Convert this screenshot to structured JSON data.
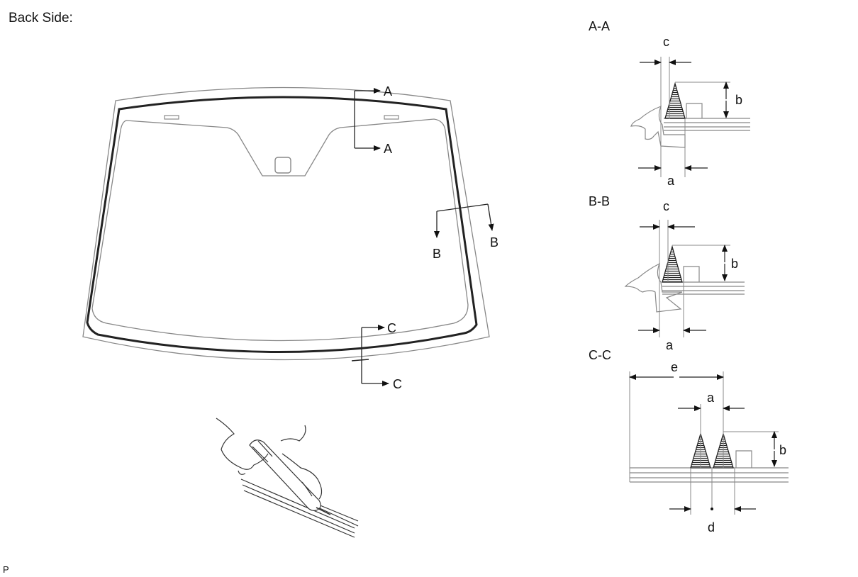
{
  "title": "Back Side:",
  "corner_mark": "P",
  "main_view": {
    "section_marks": {
      "a_top": "A",
      "a_bottom": "A",
      "b_left": "B",
      "b_right": "B",
      "c_top": "C",
      "c_bottom": "C"
    }
  },
  "sections": {
    "aa": {
      "title": "A-A",
      "dim_a": "a",
      "dim_b": "b",
      "dim_c": "c"
    },
    "bb": {
      "title": "B-B",
      "dim_a": "a",
      "dim_b": "b",
      "dim_c": "c"
    },
    "cc": {
      "title": "C-C",
      "dim_a": "a",
      "dim_b": "b",
      "dim_d": "d",
      "dim_e": "e"
    }
  }
}
